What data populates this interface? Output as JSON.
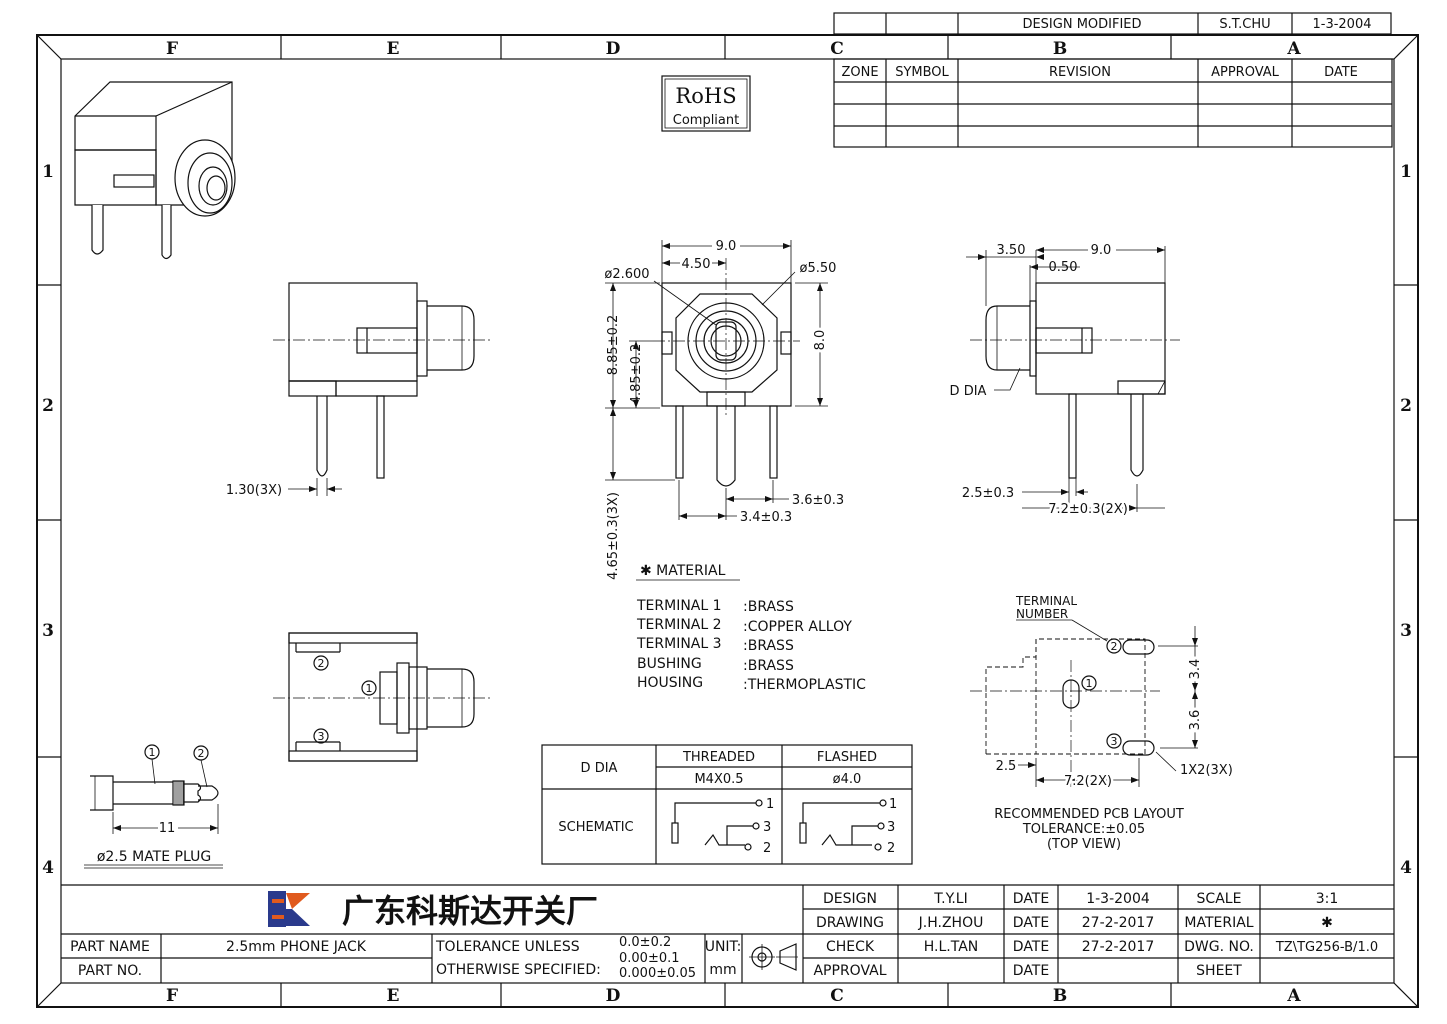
{
  "zones": {
    "cols": [
      "F",
      "E",
      "D",
      "C",
      "B",
      "A"
    ],
    "rows": [
      "1",
      "2",
      "3",
      "4"
    ]
  },
  "revision": {
    "top_row": [
      "DESIGN MODIFIED",
      "S.T.CHU",
      "1-3-2004"
    ],
    "headers": [
      "ZONE",
      "SYMBOL",
      "REVISION",
      "APPROVAL",
      "DATE"
    ]
  },
  "rohs": {
    "line1": "RoHS",
    "line2": "Compliant"
  },
  "dims_front": {
    "width": "9.0",
    "half": "4.50",
    "hole": "ø2.600",
    "bore": "ø5.50",
    "height": "8.0",
    "center_hi": "8.85±0.2",
    "center_lo": "4.85±0.2",
    "pin_len": "4.65±0.3(3X)",
    "pitch_a": "3.6±0.3",
    "pitch_b": "3.4±0.3"
  },
  "dims_side": {
    "pin_w": "1.30(3X)"
  },
  "dims_right": {
    "a": "3.50",
    "b": "9.0",
    "c": "0.50",
    "ddia": "D DIA",
    "d": "2.5±0.3",
    "e": "7.2±0.3(2X)"
  },
  "material": {
    "title": "✱ MATERIAL",
    "items": [
      {
        "part": "TERMINAL 1",
        "mat": ":BRASS"
      },
      {
        "part": "TERMINAL 2",
        "mat": ":COPPER ALLOY"
      },
      {
        "part": "TERMINAL 3",
        "mat": ":BRASS"
      },
      {
        "part": "BUSHING",
        "mat": ":BRASS"
      },
      {
        "part": "HOUSING",
        "mat": ":THERMOPLASTIC"
      }
    ]
  },
  "ddia_table": {
    "row1": "D DIA",
    "threaded": "THREADED",
    "flashed": "FLASHED",
    "thread_val": "M4X0.5",
    "flash_val": "ø4.0",
    "row2": "SCHEMATIC",
    "pins": [
      "1",
      "3",
      "2"
    ]
  },
  "plug": {
    "n1": "1",
    "n2": "2",
    "len": "11",
    "caption": "ø2.5 MATE PLUG"
  },
  "pcb": {
    "terminal_l1": "TERMINAL",
    "terminal_l2": "NUMBER",
    "d34": "3.4",
    "d36": "3.6",
    "d25": "2.5",
    "d72": "7.2(2X)",
    "slot": "1X2(3X)",
    "cap1": "RECOMMENDED PCB LAYOUT",
    "cap2": "TOLERANCE:±0.05",
    "cap3": "(TOP VIEW)",
    "n1": "1",
    "n2": "2",
    "n3": "3"
  },
  "bottom_view": {
    "n1": "1",
    "n2": "2",
    "n3": "3"
  },
  "title_block": {
    "company": "广东科斯达开关厂",
    "part_name_label": "PART NAME",
    "part_name": "2.5mm PHONE JACK",
    "part_no_label": "PART NO.",
    "tol_1": "TOLERANCE UNLESS",
    "tol_2": "OTHERWISE SPECIFIED:",
    "tol_a": "0.0±0.2",
    "tol_b": "0.00±0.1",
    "tol_c": "0.000±0.05",
    "unit_label": "UNIT:",
    "unit": "mm",
    "design_label": "DESIGN",
    "design": "T.Y.LI",
    "drawing_label": "DRAWING",
    "drawing": "J.H.ZHOU",
    "check_label": "CHECK",
    "check": "H.L.TAN",
    "approval_label": "APPROVAL",
    "date_label": "DATE",
    "date1": "1-3-2004",
    "date2": "27-2-2017",
    "date3": "27-2-2017",
    "scale_label": "SCALE",
    "scale": "3:1",
    "material_label": "MATERIAL",
    "material": "✱",
    "dwg_label": "DWG. NO.",
    "dwg": "TZ\\TG256-B/1.0",
    "sheet_label": "SHEET"
  }
}
